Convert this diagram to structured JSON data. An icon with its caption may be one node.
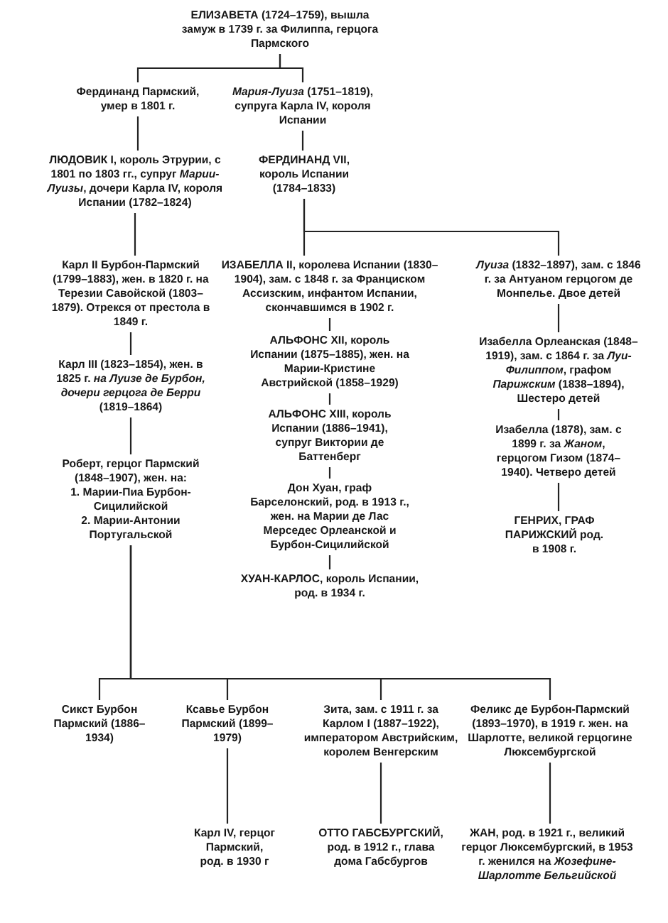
{
  "diagram": {
    "nodes": [
      {
        "text": [
          "ЕЛИЗАВЕТА (1724–1759), вышла замуж в 1739 г. за Филиппа, герцога Пармского"
        ]
      },
      {
        "text": [
          "Фердинанд Пармский, умер в 1801 г."
        ]
      },
      {
        "text": [
          "*Мария-Луиза* (1751–1819), супруга Карла IV, короля Испании"
        ]
      },
      {
        "text": [
          "ЛЮДОВИК I, король Этрурии, с 1801 по 1803 гг., супруг *Марии-Луизы*, дочери Карла IV, короля Испании (1782–1824)"
        ]
      },
      {
        "text": [
          "ФЕРДИНАНД VII, король Испании (1784–1833)"
        ]
      },
      {
        "text": [
          "Карл II Бурбон-Пармский (1799–1883), жен. в 1820 г. на Терезии Савойской (1803–1879). Отрекся от престола в 1849 г."
        ]
      },
      {
        "text": [
          "ИЗАБЕЛЛА II, королева Испании (1830–1904), зам. с 1848 г. за Франциском Ассизским, инфантом Испании, скончавшимся в 1902 г."
        ]
      },
      {
        "text": [
          "*Луиза* (1832–1897), зам. с 1846 г. за Антуаном герцогом де Монпелье. Двое детей"
        ]
      },
      {
        "text": [
          "АЛЬФОНС XII, король Испании (1875–1885), жен. на Марии-Кристине Австрийской (1858–1929)"
        ]
      },
      {
        "text": [
          "Изабелла Орлеанская (1848–1919), зам. с 1864 г. за *Луи-Филиппом*, графом *Парижским* (1838–1894), Шестеро детей"
        ]
      },
      {
        "text": [
          "Карл III (1823–1854), жен. в 1825 г. *на Луизе де Бурбон, дочери герцога де Берри* (1819–1864)"
        ]
      },
      {
        "text": [
          "АЛЬФОНС XIII, король Испании (1886–1941), супруг Виктории де Баттенберг"
        ]
      },
      {
        "text": [
          "Изабелла (1878), зам. с 1899 г. за *Жаном*, герцогом Гизом (1874–1940). Четверо детей"
        ]
      },
      {
        "text": [
          "Роберт, герцог Пармский (1848–1907), жен. на:",
          "1. Марии-Пиа Бурбон-Сицилийской",
          "2. Марии-Антонии Португальской"
        ]
      },
      {
        "text": [
          "Дон Хуан, граф Барселонский, род. в 1913 г., жен. на Марии де Лас Мерседес Орлеанской и Бурбон-Сицилийской"
        ]
      },
      {
        "text": [
          "ГЕНРИХ, ГРАФ ПАРИЖСКИЙ род. в 1908 г."
        ]
      },
      {
        "text": [
          "ХУАН-КАРЛОС, король Испании, род. в 1934 г."
        ]
      },
      {
        "text": [
          "Сикст Бурбон Пармский (1886–1934)"
        ]
      },
      {
        "text": [
          "Ксавье Бурбон Пармский (1899–1979)"
        ]
      },
      {
        "text": [
          "Зита, зам. с 1911 г. за Карлом I (1887–1922), императором Австрийским, королем Венгерским"
        ]
      },
      {
        "text": [
          "Феликс де Бурбон-Пармский (1893–1970), в 1919 г. жен. на Шарлотте, великой герцогине Люксембургской"
        ]
      },
      {
        "text": [
          "Карл IV, герцог Пармский, род. в 1930 г"
        ]
      },
      {
        "text": [
          "ОТТО ГАБСБУРГСКИЙ, род. в 1912 г., глава дома Габсбургов"
        ]
      },
      {
        "text": [
          "ЖАН, род. в 1921 г., великий герцог Люксембургский, в 1953 г. женился на *Жозефине-Шарлотте Бельгийской*"
        ]
      }
    ],
    "edges": [
      {
        "from": 0,
        "to": 1,
        "arrow": "none"
      },
      {
        "from": 0,
        "to": 2,
        "arrow": "none"
      },
      {
        "from": 1,
        "to": 3,
        "arrow": "none"
      },
      {
        "from": 2,
        "to": 4,
        "arrow": "none"
      },
      {
        "from": 3,
        "to": 5,
        "arrow": "none"
      },
      {
        "from": 4,
        "to": 6,
        "arrow": "none"
      },
      {
        "from": 4,
        "to": 7,
        "arrow": "none"
      },
      {
        "from": 5,
        "to": 10,
        "arrow": "none"
      },
      {
        "from": 6,
        "to": 8,
        "arrow": "none"
      },
      {
        "from": 7,
        "to": 9,
        "arrow": "none"
      },
      {
        "from": 10,
        "to": 13,
        "arrow": "none"
      },
      {
        "from": 8,
        "to": 11,
        "arrow": "none"
      },
      {
        "from": 9,
        "to": 12,
        "arrow": "none"
      },
      {
        "from": 11,
        "to": 14,
        "arrow": "none"
      },
      {
        "from": 12,
        "to": 15,
        "arrow": "none"
      },
      {
        "from": 14,
        "to": 16,
        "arrow": "none"
      },
      {
        "from": 13,
        "to": 17,
        "arrow": "none"
      },
      {
        "from": 13,
        "to": 18,
        "arrow": "none"
      },
      {
        "from": 13,
        "to": 19,
        "arrow": "none"
      },
      {
        "from": 13,
        "to": 20,
        "arrow": "none"
      },
      {
        "from": 18,
        "to": 21,
        "arrow": "none"
      },
      {
        "from": 19,
        "to": 22,
        "arrow": "none"
      },
      {
        "from": 20,
        "to": 23,
        "arrow": "none"
      }
    ]
  }
}
